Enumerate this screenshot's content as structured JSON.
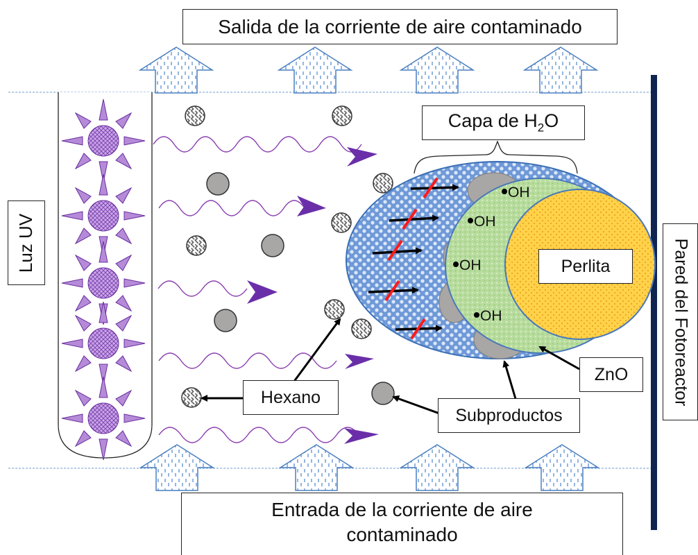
{
  "labels": {
    "outlet": "Salida de la corriente de aire contaminado",
    "inlet": "Entrada de la corriente de aire contaminado",
    "uv_light": "Luz UV",
    "reactor_wall": "Pared del Fotoreactor",
    "water_layer_prefix": "Capa de H",
    "water_layer_sub": "2",
    "water_layer_suffix": "O",
    "perlite": "Perlita",
    "zno": "ZnO",
    "hexane": "Hexano",
    "byproducts": "Subproductos",
    "oh_radical": "OH"
  },
  "colors": {
    "uv_sun": "#7a3fb0",
    "uv_sun_light": "#c9a6e6",
    "wave": "#8a3fb0",
    "arrow_head": "#6a2fa8",
    "flow_arrow_stroke": "#4a7fc0",
    "flow_arrow_fill": "#e6f1fb",
    "water_layer": "#7ea6e0",
    "zno_layer": "#b7dc9d",
    "perlite": "#ffd451",
    "byproduct": "#a9a6a6",
    "blocked_mark": "#ff1a1a",
    "reactor_wall": "#0f2450"
  }
}
